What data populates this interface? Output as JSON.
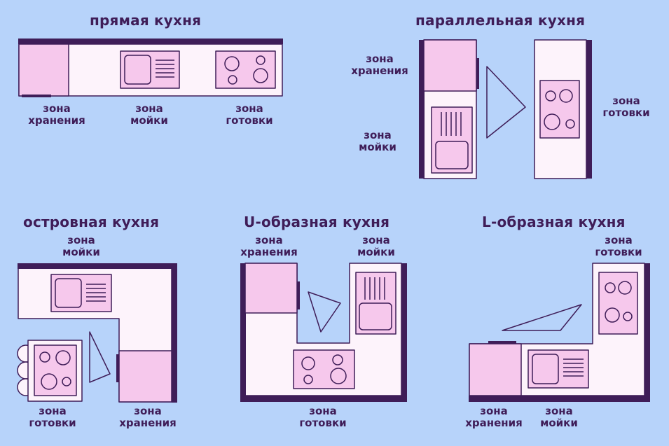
{
  "colors": {
    "background": "#b7d3fa",
    "counter": "#fdf3fb",
    "appliance": "#f6c8ec",
    "outline": "#3f1d58"
  },
  "layouts": [
    {
      "id": "straight",
      "title": "прямая кухня",
      "zones": [
        {
          "key": "storage",
          "text": "зона\nхранения"
        },
        {
          "key": "sink",
          "text": "зона\nмойки"
        },
        {
          "key": "stove",
          "text": "зона\nготовки"
        }
      ]
    },
    {
      "id": "parallel",
      "title": "параллельная кухня",
      "zones": [
        {
          "key": "storage",
          "text": "зона\nхранения"
        },
        {
          "key": "sink",
          "text": "зона\nмойки"
        },
        {
          "key": "stove",
          "text": "зона\nготовки"
        }
      ]
    },
    {
      "id": "island",
      "title": "островная кухня",
      "zones": [
        {
          "key": "sink",
          "text": "зона\nмойки"
        },
        {
          "key": "stove",
          "text": "зона\nготовки"
        },
        {
          "key": "storage",
          "text": "зона\nхранения"
        }
      ]
    },
    {
      "id": "u-shaped",
      "title": "U-образная кухня",
      "zones": [
        {
          "key": "storage",
          "text": "зона\nхранения"
        },
        {
          "key": "sink",
          "text": "зона\nмойки"
        },
        {
          "key": "stove",
          "text": "зона\nготовки"
        }
      ]
    },
    {
      "id": "l-shaped",
      "title": "L-образная кухня",
      "zones": [
        {
          "key": "stove",
          "text": "зона\nготовки"
        },
        {
          "key": "storage",
          "text": "зона\nхранения"
        },
        {
          "key": "sink",
          "text": "зона\nмойки"
        }
      ]
    }
  ]
}
